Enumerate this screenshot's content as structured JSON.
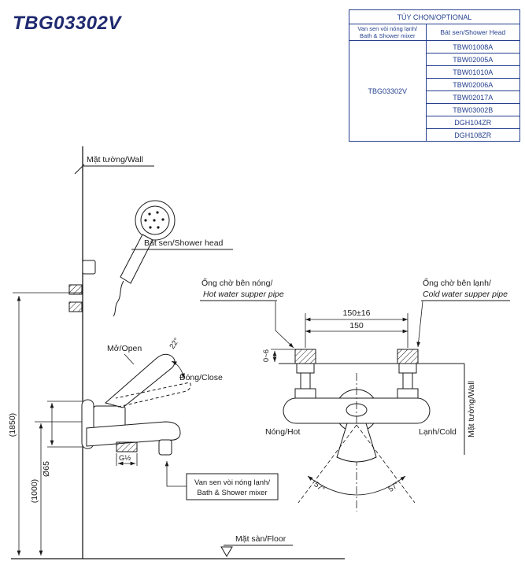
{
  "title": "TBG03302V",
  "colors": {
    "table_navy": "#25408f",
    "title_navy": "#1f2a70",
    "line_ink": "#1a1a1a"
  },
  "table": {
    "header": "TÙY CHỌN/OPTIONAL",
    "col1_line1": "Van sen vòi nóng lạnh/",
    "col1_line2": "Bath & Shower mixer",
    "col2_header": "Bát sen/Shower Head",
    "model": "TBG03302V",
    "options": [
      "TBW01008A",
      "TBW02005A",
      "TBW01010A",
      "TBW02006A",
      "TBW02017A",
      "TBW03002B",
      "DGH104ZR",
      "DGH108ZR"
    ]
  },
  "side_view": {
    "wall": "Mặt tường/Wall",
    "shower_head": "Bát sen/Shower head",
    "open": "Mở/Open",
    "open_angle": "22°",
    "close": "Đóng/Close",
    "dim_height_shower": "(1850)",
    "dim_height_mixer": "(1000)",
    "dim_escutcheon": "Ø65",
    "dim_thread": "G½",
    "mixer_label_line1": "Van sen vòi nóng lạnh/",
    "mixer_label_line2": "Bath & Shower mixer",
    "floor": "Mặt sàn/Floor"
  },
  "front_view": {
    "hot_pipe_line1": "Ống chờ bên nóng/",
    "hot_pipe_line2": "Hot water supper pipe",
    "cold_pipe_line1": "Ống chờ bên lạnh/",
    "cold_pipe_line2": "Cold water supper pipe",
    "dim_center_tolerance": "150±16",
    "dim_center": "150",
    "dim_protrusion": "0~6",
    "hot": "Nóng/Hot",
    "cold": "Lạnh/Cold",
    "angle_left": "57°",
    "angle_right": "57°",
    "wall": "Mặt tường/Wall"
  }
}
